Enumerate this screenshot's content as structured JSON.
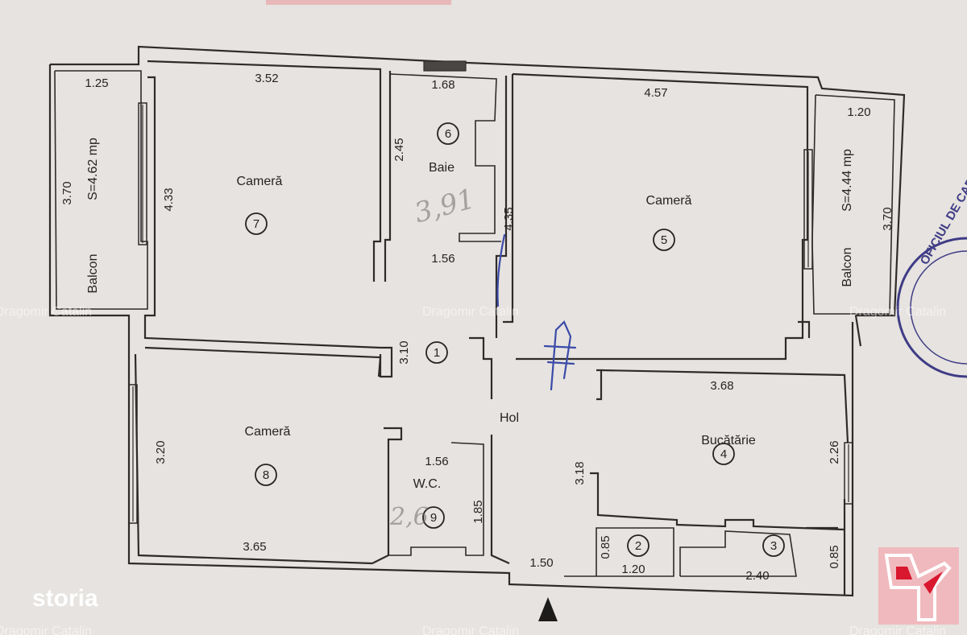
{
  "colors": {
    "paper": "#e6e3e0",
    "ink": "#2e2b2a",
    "pen": "#3b4aa8",
    "stamp": "#3f3c86",
    "logo_bg": "#f0b9bd",
    "logo_accent": "#d9172f"
  },
  "rooms": {
    "r1": {
      "name": "Hol",
      "number": "1"
    },
    "r2": {
      "number": "2"
    },
    "r3": {
      "number": "3"
    },
    "r4": {
      "name": "Bucătărie",
      "number": "4"
    },
    "r5": {
      "name": "Cameră",
      "number": "5"
    },
    "r6": {
      "name": "Baie",
      "number": "6"
    },
    "r7": {
      "name": "Cameră",
      "number": "7"
    },
    "r8": {
      "name": "Cameră",
      "number": "8"
    },
    "r9": {
      "name": "W.C.",
      "number": "9"
    },
    "balcony_left": {
      "name": "Balcon",
      "area": "S=4.62 mp"
    },
    "balcony_right": {
      "name": "Balcon",
      "area": "S=4.44 mp"
    }
  },
  "dimensions": {
    "d_1_25": "1.25",
    "d_3_52": "3.52",
    "d_1_68": "1.68",
    "d_4_57": "4.57",
    "d_1_20_top": "1.20",
    "d_3_70_left": "3.70",
    "d_4_33": "4.33",
    "d_2_45": "2.45",
    "d_4_35": "4.35",
    "d_3_70_right": "3.70",
    "d_1_56_bath": "1.56",
    "d_3_10": "3.10",
    "d_3_68": "3.68",
    "d_3_20": "3.20",
    "d_1_56_wc": "1.56",
    "d_1_85": "1.85",
    "d_3_18": "3.18",
    "d_2_26": "2.26",
    "d_3_65": "3.65",
    "d_1_50": "1.50",
    "d_0_85_left": "0.85",
    "d_1_20_bottom": "1.20",
    "d_2_40": "2.40",
    "d_0_85_right": "0.85"
  },
  "annotations": {
    "pencil_bath": "3,91",
    "pencil_wc": "2,6"
  },
  "stamp_text": "OFICIUL DE CADASTRU",
  "watermark": "Dragomir Catalin",
  "brand": {
    "name": "storia"
  }
}
